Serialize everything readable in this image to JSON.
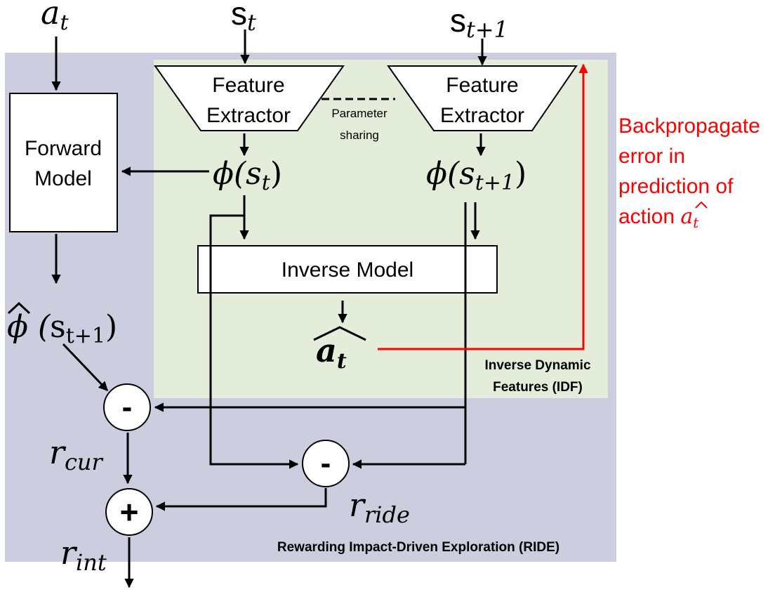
{
  "regions": {
    "ride_label": "Rewarding Impact-Driven Exploration (RIDE)",
    "idf_label_line1": "Inverse Dynamic",
    "idf_label_line2": "Features (IDF)"
  },
  "blocks": {
    "feature_extractor_left": [
      "Feature",
      "Extractor"
    ],
    "feature_extractor_right": [
      "Feature",
      "Extractor"
    ],
    "parameter_sharing": [
      "Parameter",
      "sharing"
    ],
    "forward_model": [
      "Forward",
      "Model"
    ],
    "inverse_model": "Inverse Model"
  },
  "symbols": {
    "a_t": {
      "base": "a",
      "sub": "t"
    },
    "s_t": {
      "base": "s",
      "sub": "t"
    },
    "s_t1": {
      "base": "s",
      "sub": "t+1"
    },
    "phi_st": {
      "prefix": "ϕ(",
      "base": "s",
      "sub": "t",
      "suffix": ")"
    },
    "phi_st1": {
      "prefix": "ϕ(",
      "base": "s",
      "sub": "t+1",
      "suffix": ")"
    },
    "phi_hat_st1": {
      "prefix": "ϕ (",
      "base": "s",
      "sub": "t+1",
      "suffix": ")"
    },
    "a_hat_t": {
      "base": "a",
      "sub": "t"
    },
    "r_cur": {
      "base": "r",
      "sub": "cur"
    },
    "r_ride": {
      "base": "r",
      "sub": "ride"
    },
    "r_int": {
      "base": "r",
      "sub": "int"
    },
    "minus": "-",
    "plus": "+"
  },
  "annotation": {
    "lines": [
      "Backpropagate",
      "error in",
      "prediction of",
      "action "
    ],
    "symbol": {
      "base": "a",
      "sub": "t"
    }
  },
  "colors": {
    "ride_bg": "#cccddf",
    "idf_bg": "#e3edd9",
    "annotation": "#ff0000",
    "stroke": "#000000"
  }
}
